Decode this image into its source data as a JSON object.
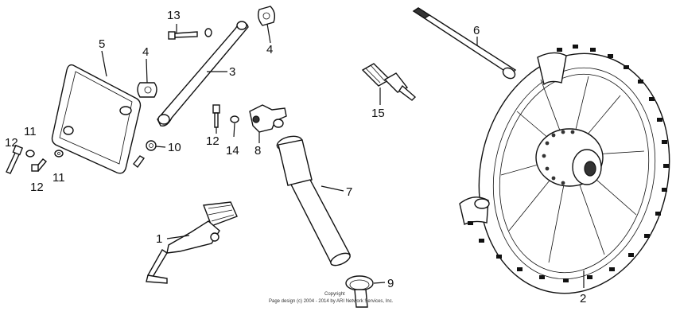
{
  "callouts": {
    "c1": "1",
    "c2": "2",
    "c3": "3",
    "c4a": "4",
    "c4b": "4",
    "c5": "5",
    "c6": "6",
    "c7": "7",
    "c8": "8",
    "c9": "9",
    "c10": "10",
    "c11a": "11",
    "c11b": "11",
    "c12a": "12",
    "c12b": "12",
    "c12c": "12",
    "c13": "13",
    "c14": "14",
    "c15": "15"
  },
  "copyright": {
    "line1": "Copyright",
    "line2": "Page design (c) 2004 - 2014 by ARI Network Services, Inc."
  }
}
